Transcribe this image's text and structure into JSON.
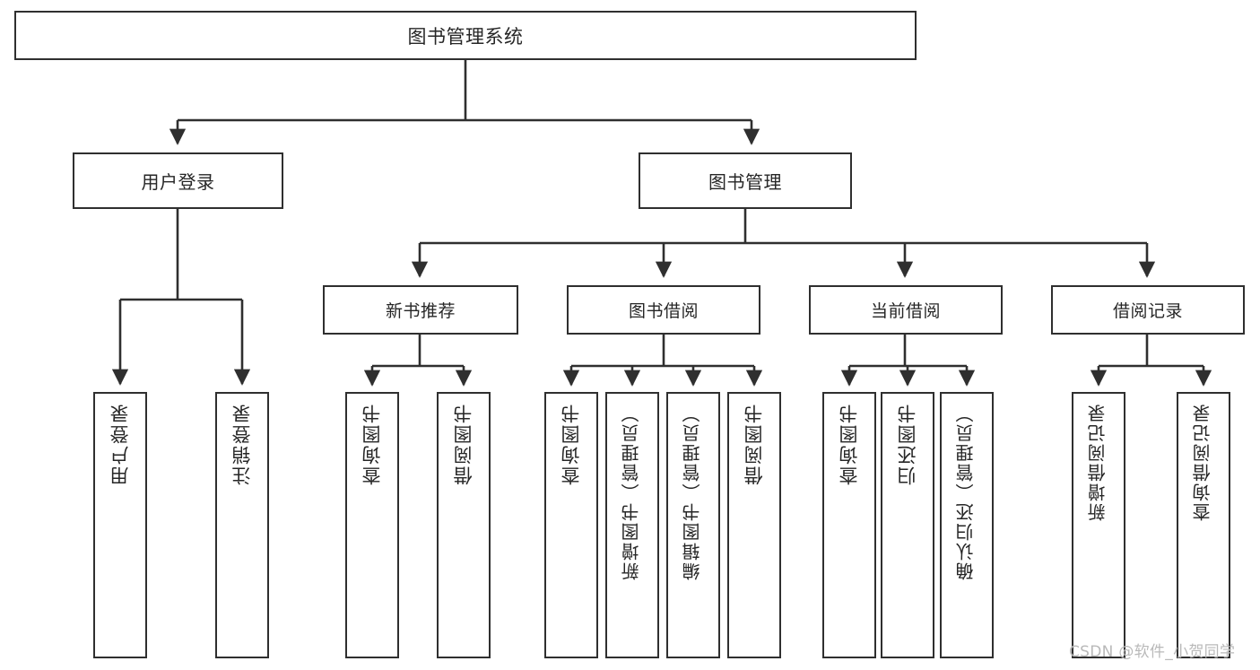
{
  "diagram": {
    "title": "图书管理系统",
    "type": "tree",
    "colors": {
      "border": "#2f2f2f",
      "fill": "#ffffff",
      "text": "#262626",
      "watermark": "#b9b9b9"
    },
    "root": {
      "label": "图书管理系统"
    },
    "level1": [
      {
        "label": "用户登录"
      },
      {
        "label": "图书管理"
      }
    ],
    "level2": [
      {
        "label": "新书推荐"
      },
      {
        "label": "图书借阅"
      },
      {
        "label": "当前借阅"
      },
      {
        "label": "借阅记录"
      }
    ],
    "leaves": [
      {
        "label": "用户登录",
        "parent": "用户登录"
      },
      {
        "label": "注销登录",
        "parent": "用户登录"
      },
      {
        "label": "查询图书",
        "parent": "新书推荐"
      },
      {
        "label": "借阅图书",
        "parent": "新书推荐"
      },
      {
        "label": "查询图书",
        "parent": "图书借阅"
      },
      {
        "label": "新增图书（管理员）",
        "parent": "图书借阅"
      },
      {
        "label": "编辑图书（管理员）",
        "parent": "图书借阅"
      },
      {
        "label": "借阅图书",
        "parent": "图书借阅"
      },
      {
        "label": "查询图书",
        "parent": "当前借阅"
      },
      {
        "label": "归还图书",
        "parent": "当前借阅"
      },
      {
        "label": "确认归还（管理员）",
        "parent": "当前借阅"
      },
      {
        "label": "新增借阅记录",
        "parent": "借阅记录"
      },
      {
        "label": "查询借阅记录",
        "parent": "借阅记录"
      }
    ]
  },
  "watermark": {
    "text": "CSDN @软件_小贺同学"
  }
}
